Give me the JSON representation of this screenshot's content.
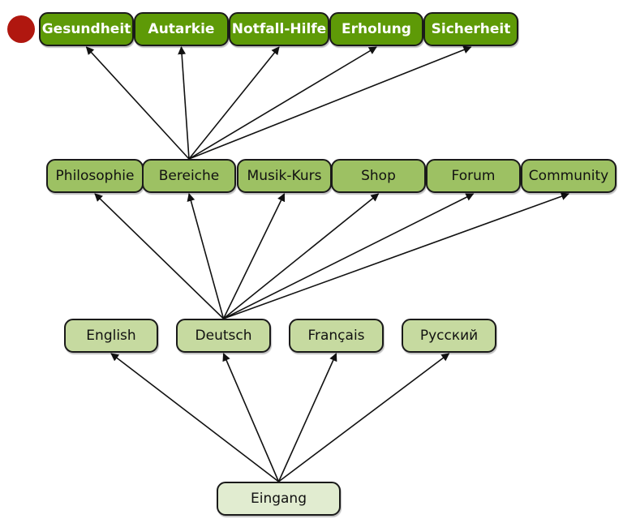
{
  "diagram": {
    "type": "hierarchy",
    "marker": {
      "color": "#b0170f"
    },
    "colors": {
      "level3_fill": "#5e9a07",
      "level2_fill": "#9dc163",
      "level1_fill": "#c6daa0",
      "level0_fill": "#e1ecd0",
      "edge": "#111111"
    },
    "nodes": {
      "gesundheit": "Gesundheit",
      "autarkie": "Autarkie",
      "notfall": "Notfall-Hilfe",
      "erholung": "Erholung",
      "sicherheit": "Sicherheit",
      "philosophie": "Philosophie",
      "bereiche": "Bereiche",
      "musik": "Musik-Kurs",
      "shop": "Shop",
      "forum": "Forum",
      "community": "Community",
      "english": "English",
      "deutsch": "Deutsch",
      "francais": "Français",
      "russkij": "Русский",
      "eingang": "Eingang"
    },
    "edges": [
      [
        "eingang",
        "english"
      ],
      [
        "eingang",
        "deutsch"
      ],
      [
        "eingang",
        "francais"
      ],
      [
        "eingang",
        "russkij"
      ],
      [
        "deutsch",
        "philosophie"
      ],
      [
        "deutsch",
        "bereiche"
      ],
      [
        "deutsch",
        "musik"
      ],
      [
        "deutsch",
        "shop"
      ],
      [
        "deutsch",
        "forum"
      ],
      [
        "deutsch",
        "community"
      ],
      [
        "bereiche",
        "gesundheit"
      ],
      [
        "bereiche",
        "autarkie"
      ],
      [
        "bereiche",
        "notfall"
      ],
      [
        "bereiche",
        "erholung"
      ],
      [
        "bereiche",
        "sicherheit"
      ]
    ]
  }
}
